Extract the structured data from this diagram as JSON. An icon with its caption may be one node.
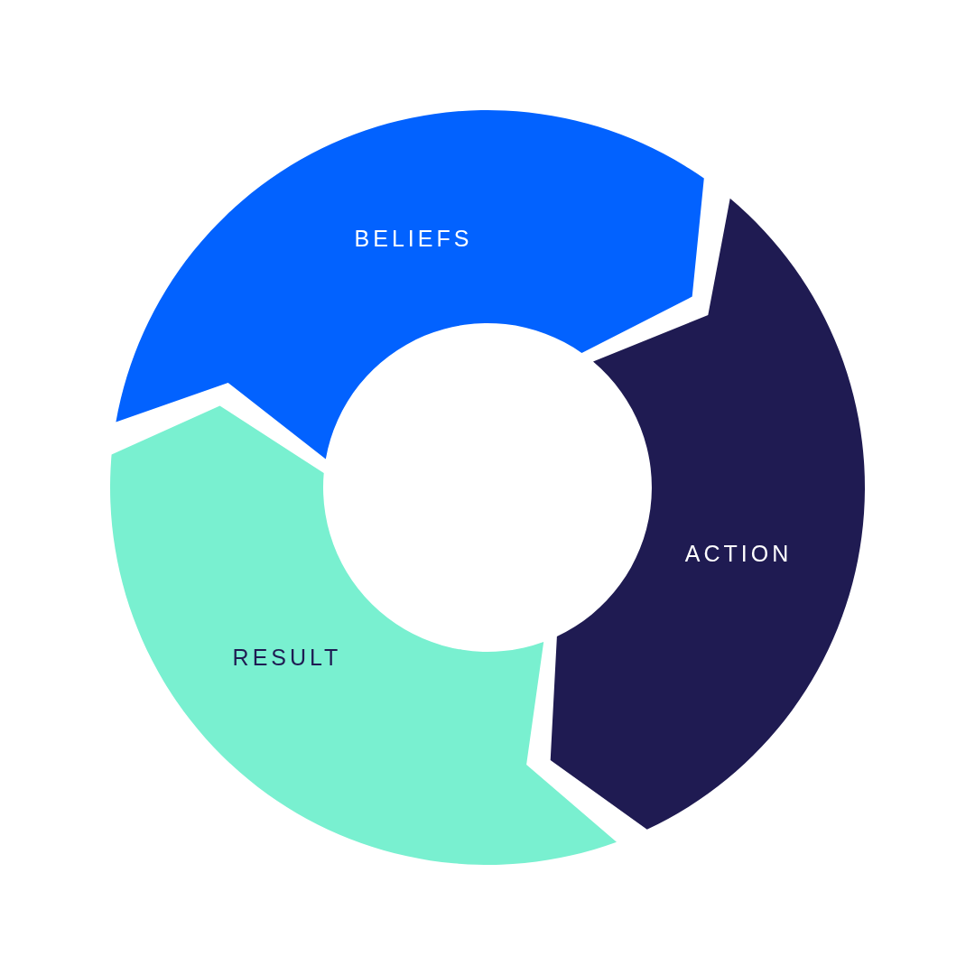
{
  "diagram": {
    "nodes": [
      {
        "text": [
          "BELIEFS"
        ]
      },
      {
        "text": [
          "ACTION"
        ]
      },
      {
        "text": [
          "RESULT"
        ]
      }
    ]
  }
}
